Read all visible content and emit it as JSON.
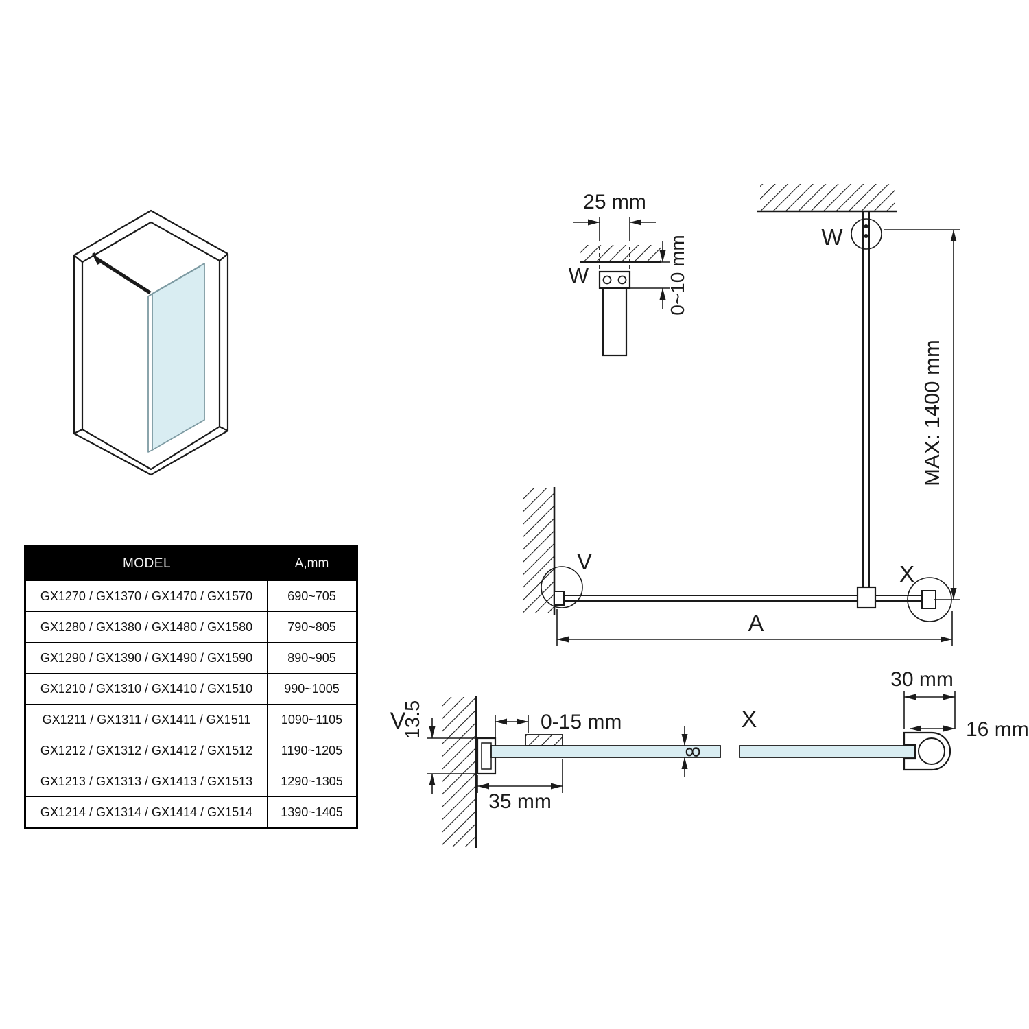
{
  "page": {
    "background_color": "#ffffff",
    "line_color": "#1a1a1a",
    "glass_color": "#d9edf2",
    "table_header_bg": "#000000"
  },
  "table": {
    "headers": {
      "model": "MODEL",
      "a": "A,mm"
    },
    "rows": [
      {
        "model": "GX1270 / GX1370 / GX1470 / GX1570",
        "a": "690~705"
      },
      {
        "model": "GX1280 / GX1380 / GX1480 / GX1580",
        "a": "790~805"
      },
      {
        "model": "GX1290 / GX1390 / GX1490 / GX1590",
        "a": "890~905"
      },
      {
        "model": "GX1210 / GX1310 / GX1410 / GX1510",
        "a": "990~1005"
      },
      {
        "model": "GX1211 / GX1311 / GX1411 / GX1511",
        "a": "1090~1105"
      },
      {
        "model": "GX1212 / GX1312 / GX1412 / GX1512",
        "a": "1190~1205"
      },
      {
        "model": "GX1213 / GX1313 / GX1413 / GX1513",
        "a": "1290~1305"
      },
      {
        "model": "GX1214 / GX1314 / GX1414 / GX1514",
        "a": "1390~1405"
      }
    ]
  },
  "diagram": {
    "detail_w": {
      "label": "W",
      "dim_width": "25 mm",
      "dim_gap": "0~10 mm"
    },
    "elevation": {
      "label_w": "W",
      "label_v": "V",
      "label_x": "X",
      "dim_a": "A",
      "dim_max": "MAX: 1400 mm"
    },
    "detail_v": {
      "label": "V",
      "dim_depth": "13.5",
      "dim_adjust": "0-15 mm",
      "dim_profile": "35 mm",
      "dim_glass": "8"
    },
    "detail_x": {
      "label": "X",
      "dim_width": "30 mm",
      "dim_bar": "16 mm"
    }
  }
}
